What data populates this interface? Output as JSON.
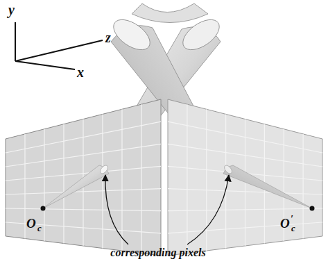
{
  "diagram": {
    "labels": [
      "y",
      "z",
      "x",
      "O",
      "c",
      "O",
      "′",
      "c",
      "corresponding pixels"
    ]
  }
}
